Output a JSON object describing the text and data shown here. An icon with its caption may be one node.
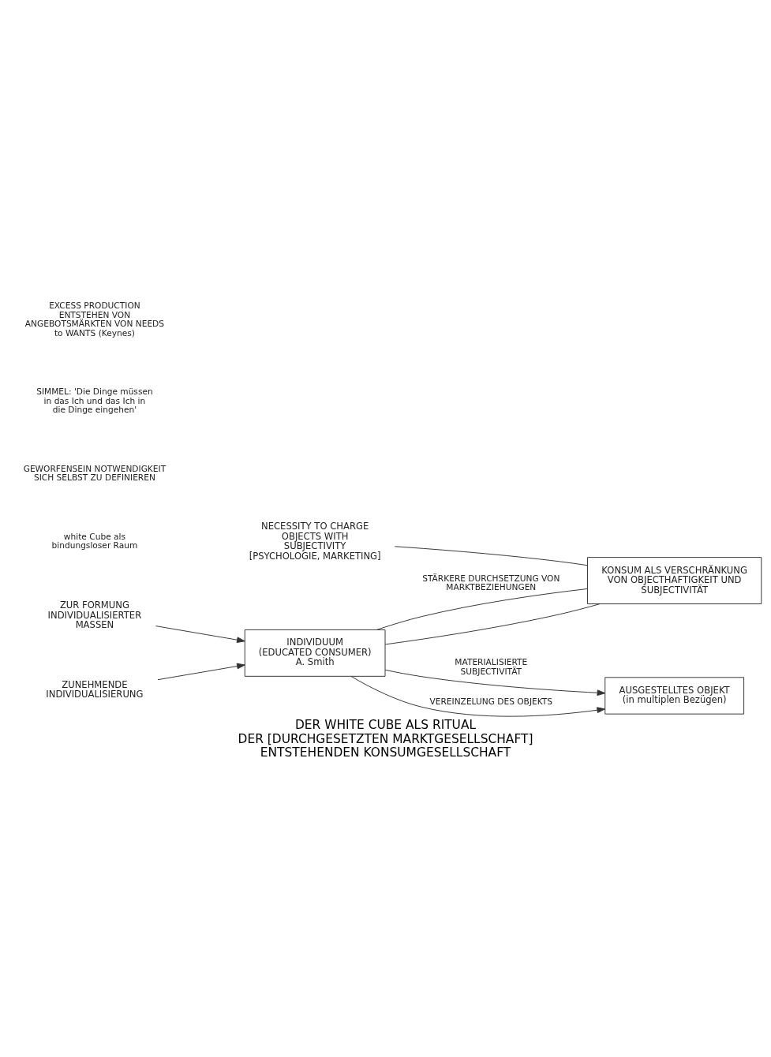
{
  "diagram": {
    "title": "DER WHITE CUBE ALS RITUAL",
    "caption": "DER [DURCHGESETZTEN MARKTGESELLSCHAFT] ENTSTEHENDEN KONSUMGESELLSCHAFT",
    "nodes": [
      {
        "text": [
          "AUSGESTELLTES OBJEKT",
          "(in multiplen Bezügen)"
        ]
      },
      {
        "text": [
          "INDIVIDUUM",
          "(EDUCATED CONSUMER)",
          "A. Smith"
        ]
      },
      {
        "text": [
          "KONSUM ALS VERSCHRÄNKUNG VON OBJECTHAFTIGKEIT UND SUBJECTIVITÄT"
        ]
      },
      {
        "text": [
          "ZUR FORMUNG INDIVIDUALISIERTER MASSEN"
        ]
      },
      {
        "text": [
          "ZUNEHMENDE INDIVIDUALISIERUNG"
        ]
      },
      {
        "text": [
          "NECESSITY TO CHARGE OBJECTS WITH SUBJECTIVITY [PSYCHOLOGIE, MARKETING]"
        ]
      }
    ],
    "edges": [
      {
        "from": 1,
        "to": 0,
        "arrow": "to",
        "label": "MATERIALISIERTE SUBJECTIVITÄT"
      },
      {
        "from": 1,
        "to": 0,
        "arrow": "to",
        "label": "VEREINZELUNG DES OBJEKTS"
      },
      {
        "from": 3,
        "to": 1,
        "arrow": "to"
      },
      {
        "from": 4,
        "to": 1,
        "arrow": "to"
      },
      {
        "from": 1,
        "to": 2,
        "arrow": "none",
        "label": "STÄRKERE DURCHSETZUNG VON MARKTBEZIEHUNGEN"
      },
      {
        "from": 1,
        "to": 2,
        "arrow": "none"
      },
      {
        "from": 5,
        "to": 2,
        "arrow": "none"
      }
    ],
    "labels": [
      "white Cube als bindungsloser Raum",
      "GEWORFENSEIN NOTWENDIGKEIT SICH SELBST ZU DEFINIEREN",
      "SIMMEL: 'Die Dinge müssen in das Ich und das Ich in die Dinge eingehen'",
      "EXCESS PRODUCTION ENTSTEHEN VON ANGEBOTSMÄRKTEN VON NEEDS to WANTS (Keynes)"
    ]
  }
}
